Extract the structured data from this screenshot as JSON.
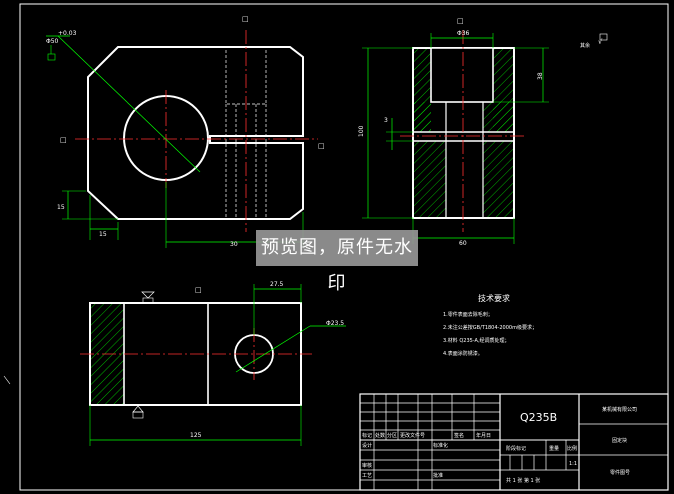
{
  "colors": {
    "background": "#000000",
    "outline": "#ffffff",
    "centerline": "#ff3030",
    "dimension": "#00ff00",
    "hidden": "#ffffff"
  },
  "front_view": {
    "dim_bottom_left": "15",
    "dim_left_vertical": "15",
    "dim_bottom_long": "30",
    "dim_hole_diameter": "Φ50",
    "dim_tolerance": "+0.03",
    "dim_symbol_left": "□",
    "dim_symbol_top": "□",
    "dim_symbol_right": "□"
  },
  "side_view": {
    "dim_top_bore": "Φ36",
    "dim_right_height": "38",
    "dim_left_height": "100",
    "dim_slot": "3",
    "dim_bottom_width": "60",
    "dim_symbol_top": "□"
  },
  "top_view": {
    "dim_offset": "27.5",
    "dim_hole": "Φ23.5",
    "dim_overall": "125",
    "dim_symbol_top": "□"
  },
  "roughness": {
    "label": "其余",
    "symbol": "√"
  },
  "technical_requirements": {
    "title": "技术要求",
    "items": [
      "1.零件表面去除毛刺；",
      "2.未注公差按GB/T1804-2000m级要求；",
      "3.材料  Q235-A,经调质处理；",
      "4.表面涂防锈漆。"
    ]
  },
  "title_block": {
    "material": "Q235B",
    "company": "某机械有限公司",
    "part_name": "固定块",
    "drawing_no": "零件图号",
    "stage_mark": "阶段标记",
    "scale_label": "比例",
    "weight_label": "重量",
    "scale_value": "1:1",
    "sheet": "共 1 张  第 1 张",
    "headers": [
      "标记",
      "处数",
      "分区",
      "更改文件号",
      "签名",
      "年月日"
    ],
    "row_design": "设计",
    "row_standard": "标准化",
    "row_review": "审核",
    "row_process": "工艺",
    "row_approve": "批准"
  },
  "watermark": "预览图，原件无水印"
}
